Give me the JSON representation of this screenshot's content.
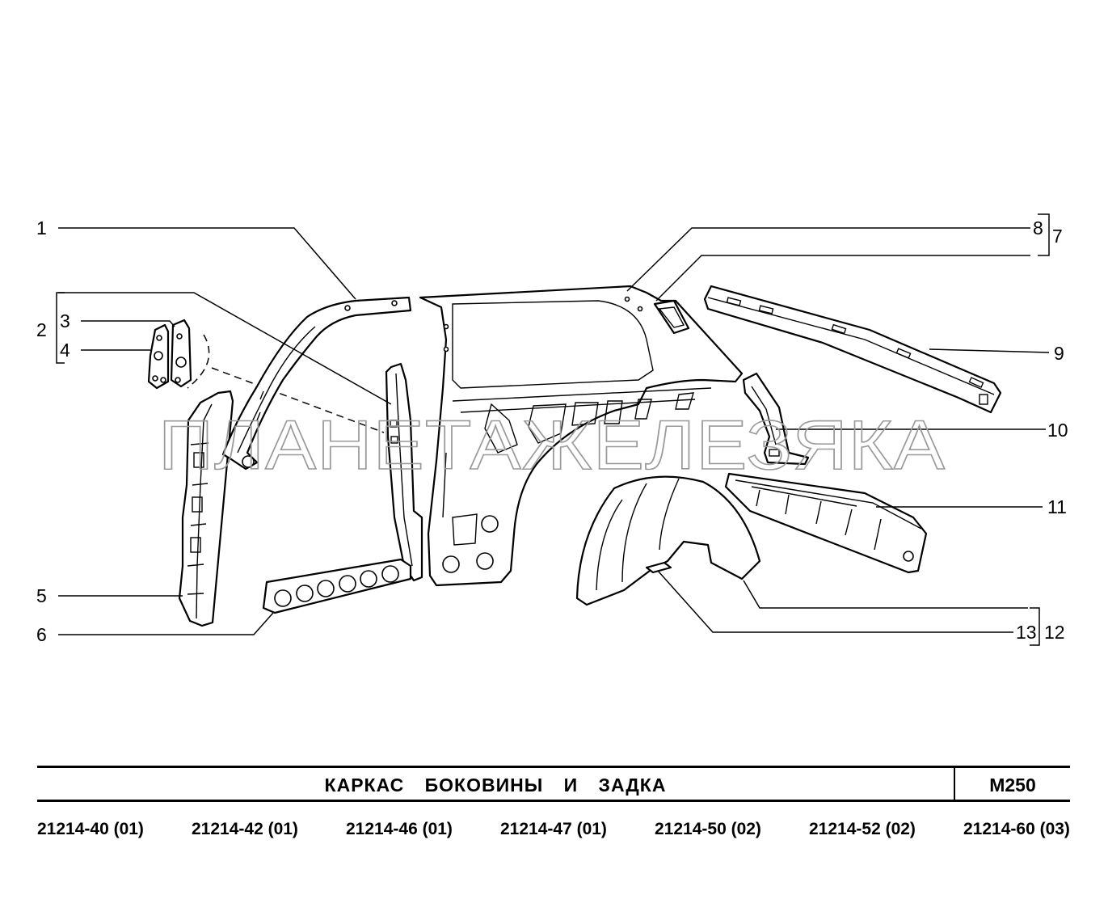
{
  "watermark": "ПЛАНЕТАЖЕЛЕЗЯКА",
  "callouts": [
    "1",
    "2",
    "3",
    "4",
    "5",
    "6",
    "7",
    "8",
    "9",
    "10",
    "11",
    "12",
    "13"
  ],
  "title_block": {
    "title": "КАРКАС БОКОВИНЫ И ЗАДКА",
    "code": "M250"
  },
  "models": [
    "21214-40 (01)",
    "21214-42 (01)",
    "21214-46 (01)",
    "21214-47 (01)",
    "21214-50 (02)",
    "21214-52 (02)",
    "21214-60 (03)"
  ]
}
